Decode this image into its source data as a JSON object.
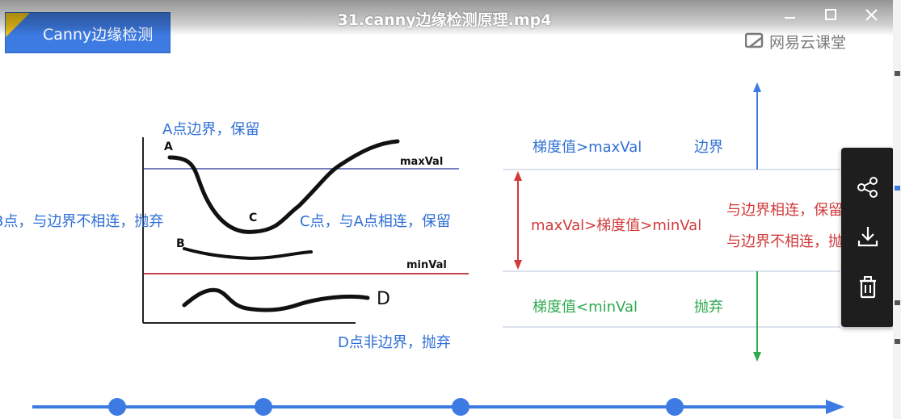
{
  "window": {
    "title": "31.canny边缘检测原理.mp4",
    "controls": {
      "minimize": "minimize",
      "maximize": "maximize",
      "close": "close"
    }
  },
  "slide": {
    "badge_label": "Canny边缘检测",
    "brand": "网易云课堂",
    "annotations": {
      "a_keep": "A点边界，保留",
      "b_discard": "B点，与边界不相连，抛弃",
      "c_keep": "C点，与A点相连，保留",
      "d_discard": "D点非边界，抛弃"
    },
    "chart_labels": {
      "point_a": "A",
      "point_b": "B",
      "point_c": "C",
      "point_d": "D",
      "max_val": "maxVal",
      "min_val": "minVal"
    },
    "rules": {
      "above_max": "梯度值>maxVal",
      "above_max_result": "边界",
      "between": "maxVal>梯度值>minVal",
      "between_result_connected": "与边界相连，保留",
      "between_result_unconnected": "与边界不相连，抛弃",
      "below_min": "梯度值<minVal",
      "below_min_result": "抛弃"
    }
  },
  "colors": {
    "accent_blue": "#3d7be3",
    "text_blue": "#2f6fd6",
    "red": "#d23a3a",
    "green": "#2fa84f",
    "popup_bg": "#1e1e1e"
  },
  "popup_menu": {
    "icons": [
      "share-icon",
      "download-icon",
      "trash-icon"
    ]
  }
}
